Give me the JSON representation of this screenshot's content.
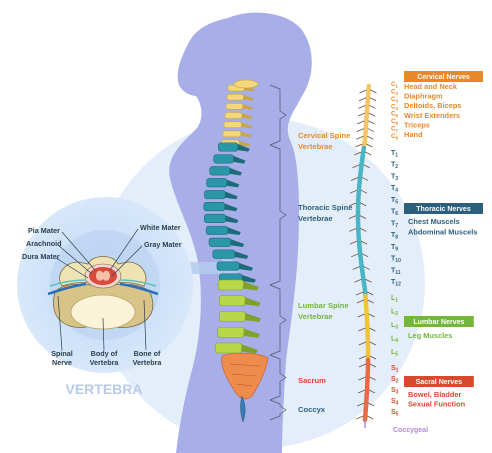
{
  "colors": {
    "bg_circle": "#e4eefa",
    "silhouette": "#a7aee8",
    "cervical": "#e9882b",
    "thoracic": "#2d5f7d",
    "lumbar": "#74b63a",
    "sacral": "#d9492e",
    "coccyx": "#2d5f7d",
    "coccygeal": "#b28ad6",
    "vertebra_title": "#b9cbe9",
    "inset_label": "#2a3f4f"
  },
  "sections": [
    {
      "key": "cervical",
      "label": "Cervical Spine Vertebrae"
    },
    {
      "key": "thoracic",
      "label": "Thoracic Spine Vertebrae"
    },
    {
      "key": "lumbar",
      "label": "Lumbar Spine Vertebrae"
    },
    {
      "key": "sacrum",
      "label": "Sacrum"
    },
    {
      "key": "coccyx",
      "label": "Coccyx"
    }
  ],
  "nerve_groups": [
    {
      "key": "cervical",
      "badge": "Cervical Nerves",
      "functions": [
        "Head and Neck",
        "Diaphragm",
        "Deltoids, Biceps",
        "Wrist Extenders",
        "Triceps",
        "Hand"
      ]
    },
    {
      "key": "thoracic",
      "badge": "Thoracic Nerves",
      "functions": [
        "Chest Muscels",
        "Abdominal Muscels"
      ]
    },
    {
      "key": "lumbar",
      "badge": "Lumbar Nerves",
      "functions": [
        "Leg Muscles"
      ]
    },
    {
      "key": "sacral",
      "badge": "Sacral Nerves",
      "functions": [
        "Bowel, Bladder",
        "Sexual Function"
      ]
    }
  ],
  "nerve_labels": {
    "cervical": [
      "C1",
      "C2",
      "C3",
      "C4",
      "C5",
      "C6",
      "C7",
      "C8"
    ],
    "thoracic": [
      "T1",
      "T2",
      "T3",
      "T4",
      "T5",
      "T6",
      "T7",
      "T8",
      "T9",
      "T10",
      "T11",
      "T12"
    ],
    "lumbar": [
      "L1",
      "L2",
      "L3",
      "L4",
      "L5"
    ],
    "sacral": [
      "S1",
      "S2",
      "S3",
      "S4",
      "S5"
    ]
  },
  "coccygeal_label": "Coccygeal",
  "vertebra_inset": {
    "title": "VERTEBRA",
    "labels": [
      "Pia Mater",
      "Arachnoid",
      "Dura Mater",
      "White Mater",
      "Gray Mater",
      "Spinal Nerve",
      "Body of Vertebra",
      "Bone of Vertebra"
    ]
  }
}
